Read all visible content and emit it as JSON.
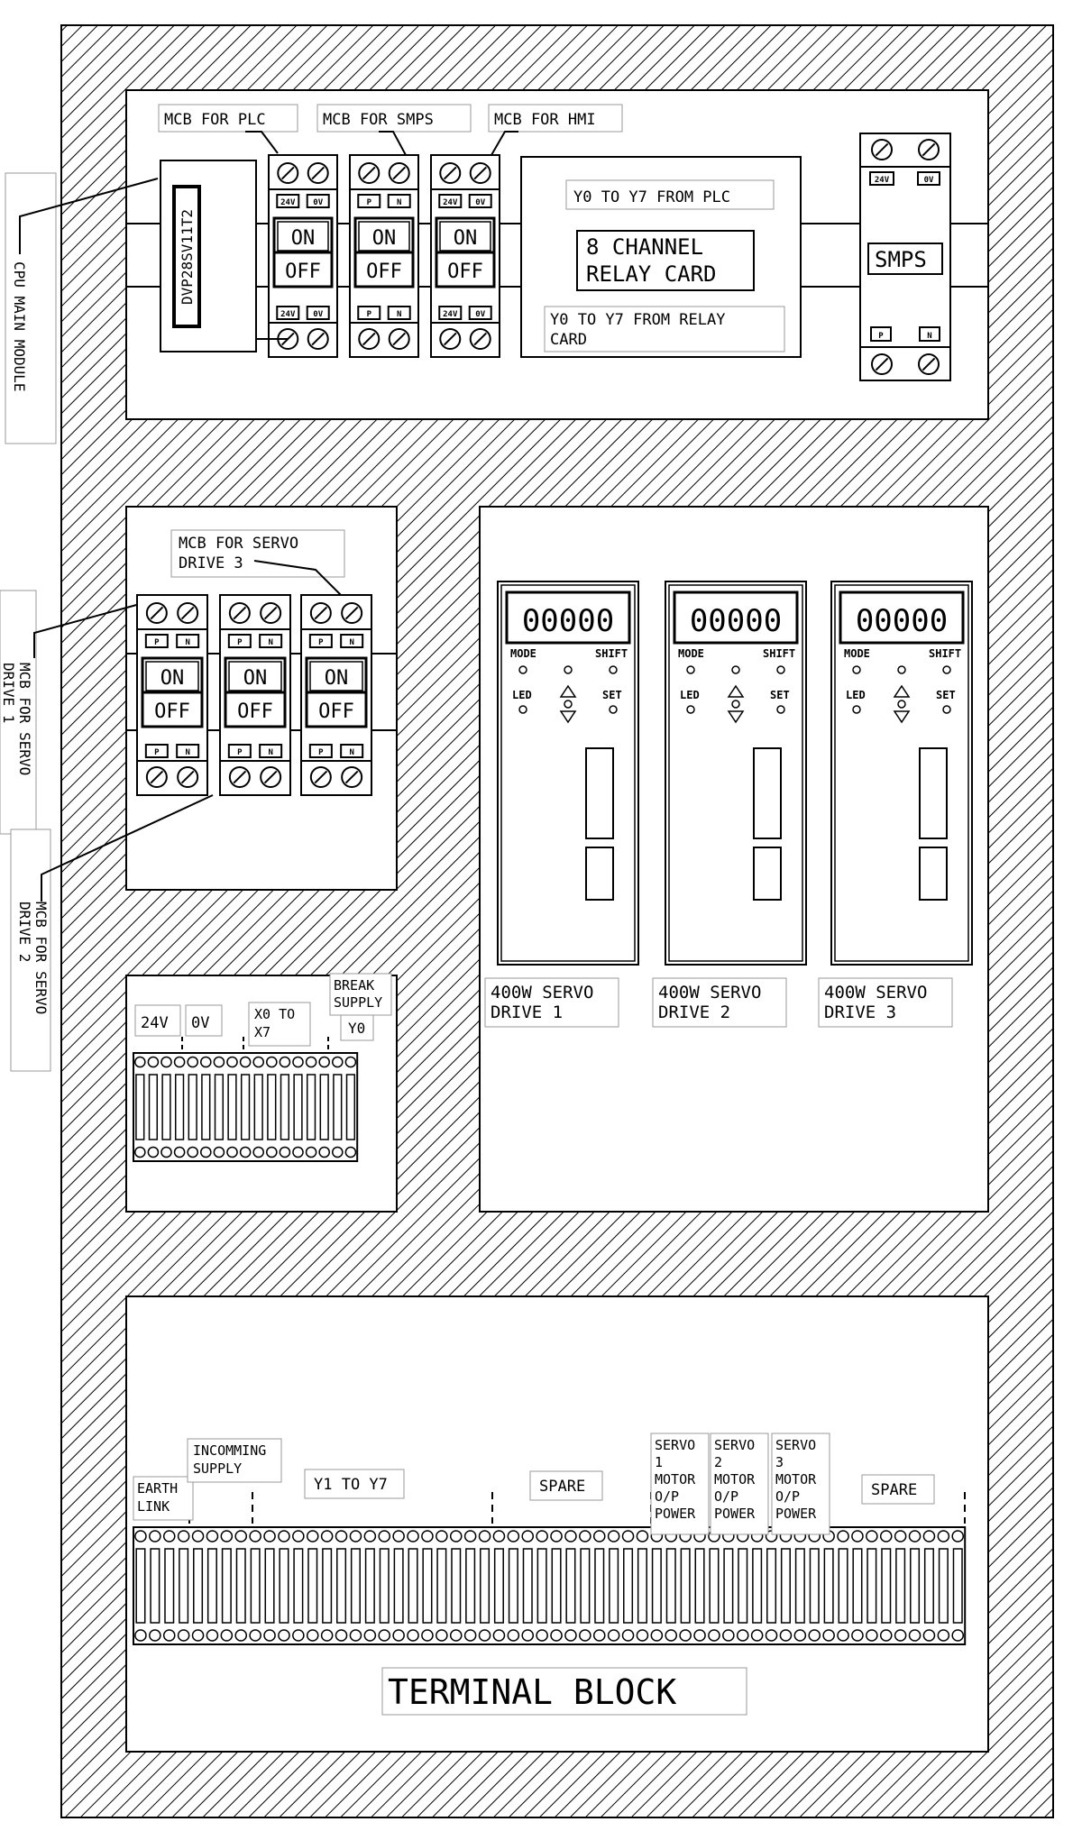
{
  "labels": {
    "mcb_plc": "MCB FOR PLC",
    "mcb_smps": "MCB FOR SMPS",
    "mcb_hmi": "MCB FOR HMI",
    "cpu_main_module": "CPU MAIN MODULE",
    "plc_model": "DVP28SV11T2",
    "y0_y7_from_plc": "Y0 TO Y7 FROM PLC",
    "relay_card_line1": "8 CHANNEL",
    "relay_card_line2": "RELAY CARD",
    "y0_y7_from_relay_line1": "Y0 TO Y7 FROM RELAY",
    "y0_y7_from_relay_line2": "CARD",
    "smps": "SMPS",
    "mcb_servo3_line1": "MCB FOR SERVO",
    "mcb_servo3_line2": "DRIVE 3",
    "mcb_servo1_line1": "MCB FOR SERVO",
    "mcb_servo1_line2": "DRIVE 1",
    "mcb_servo2_line1": "MCB FOR SERVO",
    "mcb_servo2_line2": "DRIVE 2",
    "on": "ON",
    "off": "OFF",
    "v24": "24V",
    "v0": "0V",
    "p": "P",
    "n": "N",
    "tb_24v": "24V",
    "tb_0v": "0V",
    "tb_x0_line1": "X0 TO",
    "tb_x0_line2": "X7",
    "tb_break_line1": "BREAK",
    "tb_break_line2": "SUPPLY",
    "tb_y0": "Y0",
    "drive_display": "00000",
    "drive_mode": "MODE",
    "drive_shift": "SHIFT",
    "drive_led": "LED",
    "drive_set": "SET",
    "drive1_line1": "400W SERVO",
    "drive1_line2": "DRIVE 1",
    "drive2_line1": "400W SERVO",
    "drive2_line2": "DRIVE 2",
    "drive3_line1": "400W SERVO",
    "drive3_line2": "DRIVE 3",
    "earth_line1": "EARTH",
    "earth_line2": "LINK",
    "incoming_line1": "INCOMMING",
    "incoming_line2": "SUPPLY",
    "y1_y7": "Y1 TO Y7",
    "spare1": "SPARE",
    "servo1_l1": "SERVO",
    "servo1_l2": "1",
    "servo1_l3": "MOTOR",
    "servo1_l4": "O/P",
    "servo1_l5": "POWER",
    "servo2_l1": "SERVO",
    "servo2_l2": "2",
    "servo2_l3": "MOTOR",
    "servo2_l4": "O/P",
    "servo2_l5": "POWER",
    "servo3_l1": "SERVO",
    "servo3_l2": "3",
    "servo3_l3": "MOTOR",
    "servo3_l4": "O/P",
    "servo3_l5": "POWER",
    "spare2": "SPARE",
    "terminal_block": "TERMINAL BLOCK"
  }
}
